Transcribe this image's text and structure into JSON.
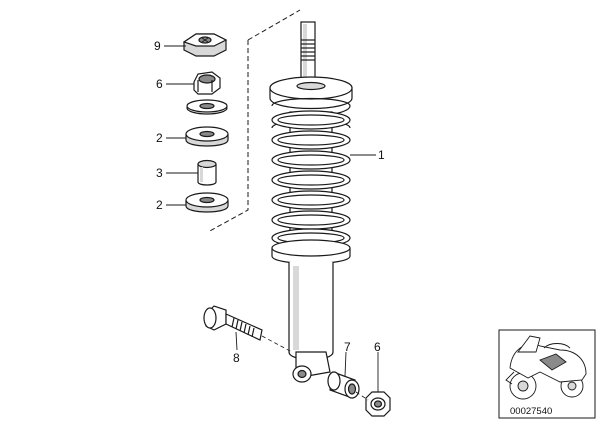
{
  "callouts": {
    "c1": "1",
    "c2a": "2",
    "c2b": "2",
    "c3": "3",
    "c6a": "6",
    "c6b": "6",
    "c8": "8",
    "c7": "7",
    "c9": "9"
  },
  "inset": {
    "code": "00027540"
  },
  "colors": {
    "line": "#1a1a1a",
    "fill": "#ffffff",
    "shade": "#d8d8d8",
    "dark": "#8a8a8a"
  }
}
